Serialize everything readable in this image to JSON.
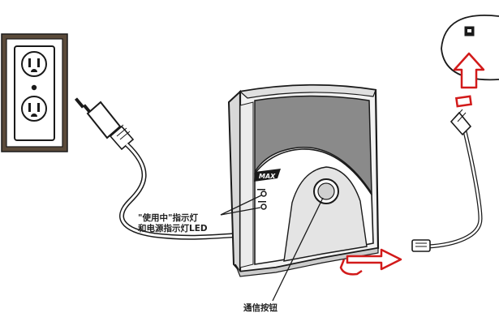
{
  "device": {
    "brand": "MAX"
  },
  "callouts": {
    "indicator_line1": "\"使用中\"指示灯",
    "indicator_line2": "和电源指示灯LED",
    "comm_button": "通信按钮"
  },
  "colors": {
    "arrow_red": "#d21a1a",
    "outline": "#1a1a1a",
    "face_gray": "#8a8a8a",
    "wall_frame": "#5a4a3a"
  },
  "icons": [
    "power-outlet-icon",
    "power-plug-icon",
    "phone-jack-icon",
    "rj11-connector-icon",
    "up-arrow-icon",
    "right-arrow-icon"
  ]
}
